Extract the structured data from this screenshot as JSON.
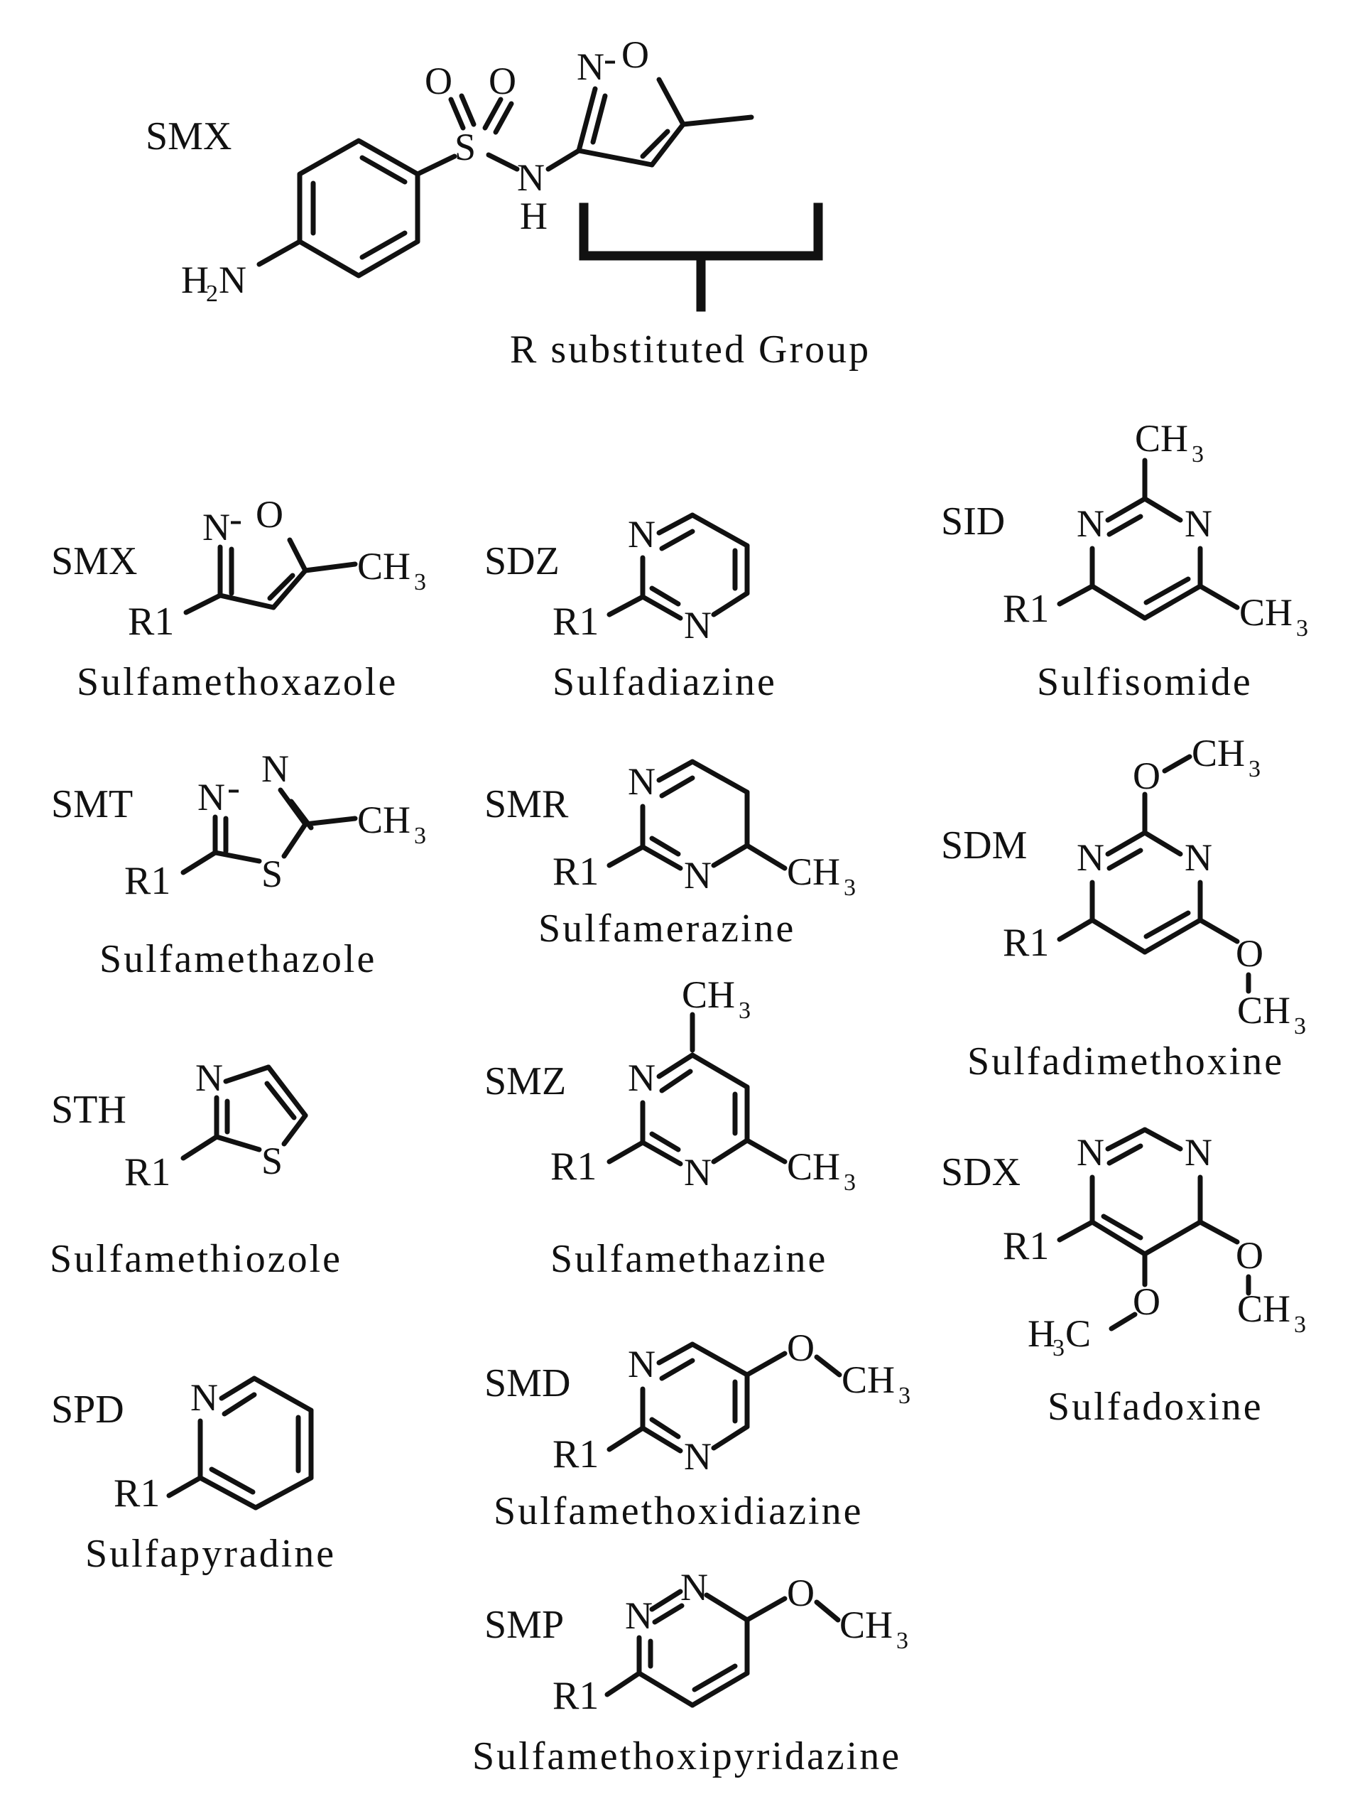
{
  "header": {
    "code": "SMX",
    "atoms": {
      "o1": "O",
      "o2": "O",
      "s": "S",
      "n": "N",
      "h": "H",
      "iso_n": "N",
      "iso_dash": "-",
      "iso_o": "O",
      "amine_h": "H",
      "amine_sub": "2",
      "amine_n": "N"
    },
    "bracket_label": "R substituted Group"
  },
  "r_label": "R1",
  "methyl": {
    "c": "CH",
    "sub": "3"
  },
  "methyl_left": {
    "h": "H",
    "sub": "3",
    "c": "C"
  },
  "compounds": [
    {
      "code": "SMX",
      "name": "Sulfamethoxazole",
      "atoms": [
        "N",
        "-",
        "O"
      ]
    },
    {
      "code": "SMT",
      "name": "Sulfamethazole",
      "atoms": [
        "N",
        "-",
        "N",
        "S"
      ]
    },
    {
      "code": "STH",
      "name": "Sulfamethiozole",
      "atoms": [
        "N",
        "S"
      ]
    },
    {
      "code": "SPD",
      "name": "Sulfapyradine",
      "atoms": [
        "N"
      ]
    },
    {
      "code": "SDZ",
      "name": "Sulfadiazine",
      "atoms": [
        "N",
        "N"
      ]
    },
    {
      "code": "SMR",
      "name": "Sulfamerazine",
      "atoms": [
        "N",
        "N"
      ]
    },
    {
      "code": "SMZ",
      "name": "Sulfamethazine",
      "atoms": [
        "N",
        "N"
      ]
    },
    {
      "code": "SMD",
      "name": "Sulfamethoxidiazine",
      "atoms": [
        "N",
        "N",
        "O"
      ]
    },
    {
      "code": "SMP",
      "name": "Sulfamethoxipyridazine",
      "atoms": [
        "N",
        "N",
        "O"
      ]
    },
    {
      "code": "SID",
      "name": "Sulfisomide",
      "atoms": [
        "N",
        "N"
      ]
    },
    {
      "code": "SDM",
      "name": "Sulfadimethoxine",
      "atoms": [
        "N",
        "N",
        "O",
        "O"
      ]
    },
    {
      "code": "SDX",
      "name": "Sulfadoxine",
      "atoms": [
        "N",
        "N",
        "O",
        "O"
      ]
    }
  ]
}
